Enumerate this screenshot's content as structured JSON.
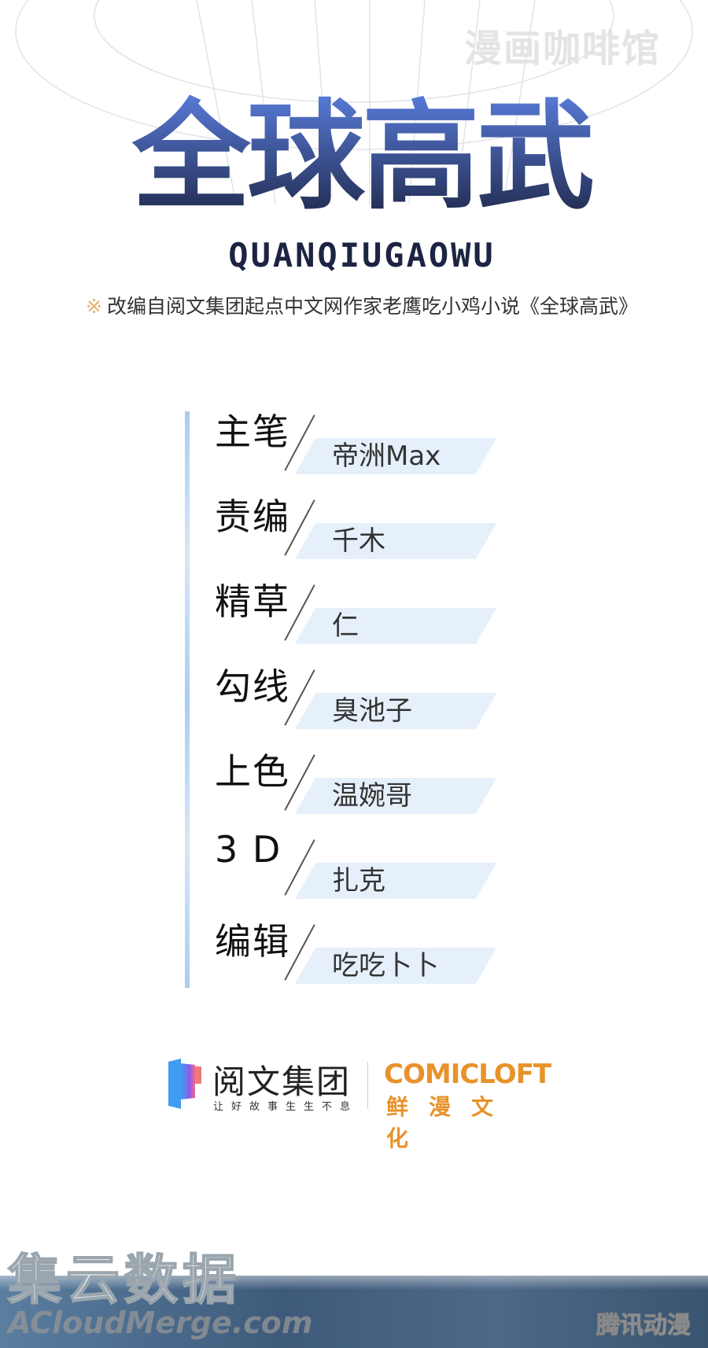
{
  "watermark_top": "漫画咖啡馆",
  "title": "全球高武",
  "title_pinyin": "QUANQIUGAOWU",
  "source": {
    "mark": "※",
    "text": "改编自阅文集团起点中文网作家老鹰吃小鸡小说《全球高武》"
  },
  "credits": [
    {
      "role": "主笔",
      "name": "帝洲Max"
    },
    {
      "role": "责编",
      "name": "千木"
    },
    {
      "role": "精草",
      "name": "仁"
    },
    {
      "role": "勾线",
      "name": "臭池子"
    },
    {
      "role": "上色",
      "name": "温婉哥"
    },
    {
      "role": "3 D",
      "name": "扎克"
    },
    {
      "role": "编辑",
      "name": "吃吃卜卜"
    }
  ],
  "logos": {
    "yuewen_name": "阅文集团",
    "yuewen_slogan": "让好故事生生不息",
    "comicloft_name": "COMICLOFT",
    "comicloft_cn": "鲜漫文化"
  },
  "watermark_bottom": {
    "cn": "集云数据",
    "en": "ACloudMerge.com",
    "tencent": "腾讯动漫"
  }
}
